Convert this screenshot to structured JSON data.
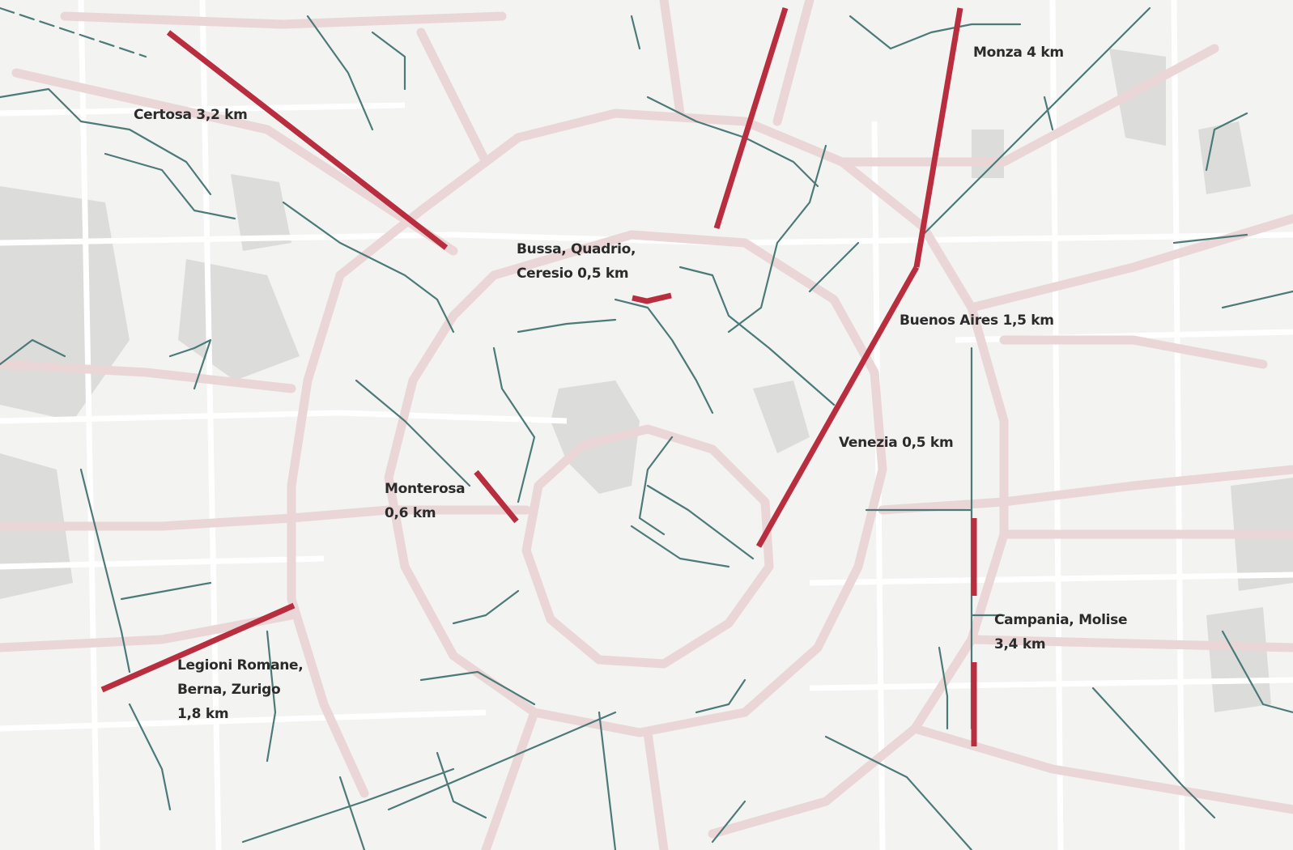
{
  "map": {
    "colors": {
      "background": "#f3f3f2",
      "block": "#ffffff",
      "park": "#dcdcdb",
      "main_road": "#ead6d6",
      "bike_lane": "#4c7a78",
      "new_route": "#b82e3e",
      "label_text": "#2b2b2b"
    },
    "routes": [
      {
        "id": "certosa",
        "lines": [
          "Certosa 3,2 km"
        ]
      },
      {
        "id": "monza",
        "lines": [
          "Monza 4 km"
        ]
      },
      {
        "id": "bussa",
        "lines": [
          "Bussa, Quadrio,",
          "Ceresio 0,5 km"
        ]
      },
      {
        "id": "buenos-aires",
        "lines": [
          "Buenos Aires 1,5 km"
        ]
      },
      {
        "id": "venezia",
        "lines": [
          "Venezia 0,5 km"
        ]
      },
      {
        "id": "monterosa",
        "lines": [
          "Monterosa",
          "0,6 km"
        ]
      },
      {
        "id": "campania",
        "lines": [
          "Campania, Molise",
          "3,4 km"
        ]
      },
      {
        "id": "legioni",
        "lines": [
          "Legioni Romane,",
          "Berna, Zurigo",
          "1,8 km"
        ]
      }
    ]
  }
}
